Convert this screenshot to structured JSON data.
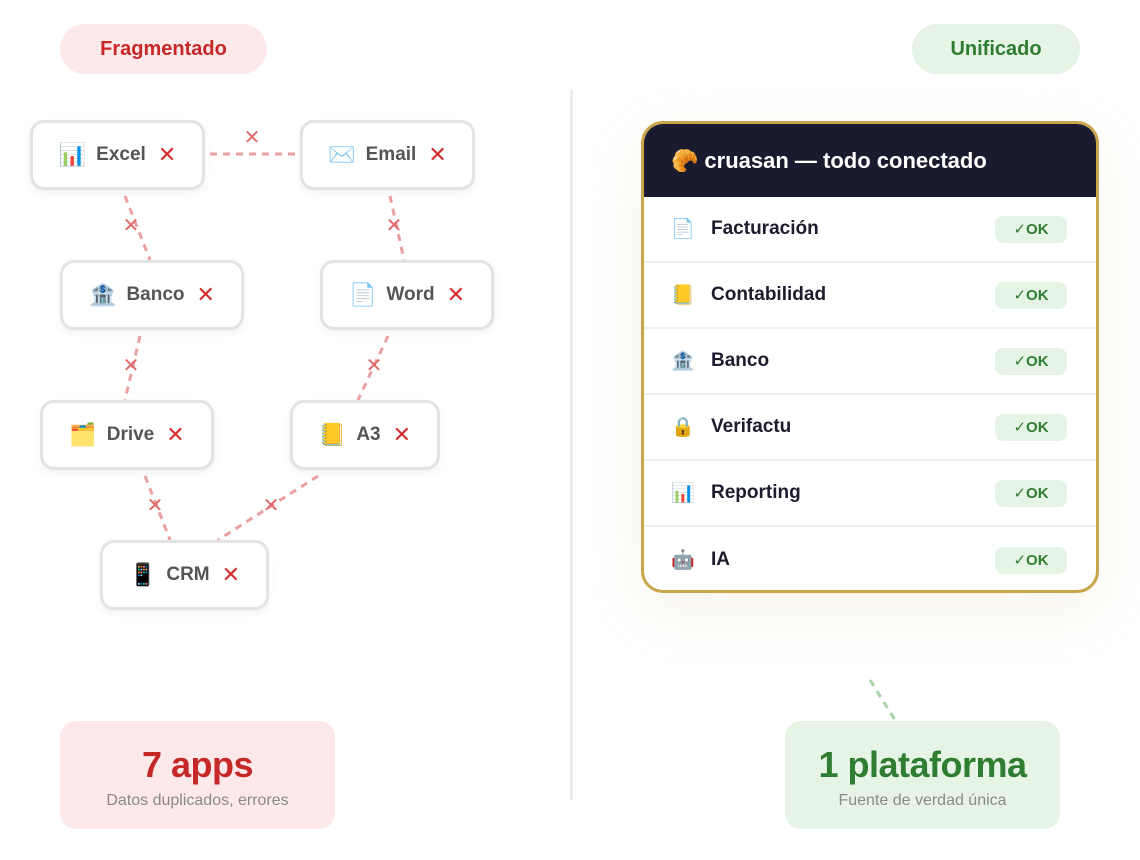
{
  "left": {
    "label": "Fragmentado",
    "apps": [
      {
        "name": "Excel",
        "icon": "📊",
        "status": "✕"
      },
      {
        "name": "Email",
        "icon": "✉️",
        "status": "✕"
      },
      {
        "name": "Banco",
        "icon": "🏦",
        "status": "✕"
      },
      {
        "name": "Word",
        "icon": "📄",
        "status": "✕"
      },
      {
        "name": "Drive",
        "icon": "🗂️",
        "status": "✕"
      },
      {
        "name": "A3",
        "icon": "📒",
        "status": "✕"
      },
      {
        "name": "CRM",
        "icon": "📱",
        "status": "✕"
      }
    ],
    "summary": {
      "title": "7 apps",
      "subtitle": "Datos duplicados, errores"
    }
  },
  "right": {
    "label": "Unificado",
    "card": {
      "icon": "🥐",
      "title": "cruasan — todo conectado",
      "items": [
        {
          "icon": "📄",
          "label": "Facturación",
          "status": "✓OK"
        },
        {
          "icon": "📒",
          "label": "Contabilidad",
          "status": "✓OK"
        },
        {
          "icon": "🏦",
          "label": "Banco",
          "status": "✓OK"
        },
        {
          "icon": "🔒",
          "label": "Verifactu",
          "status": "✓OK"
        },
        {
          "icon": "📊",
          "label": "Reporting",
          "status": "✓OK"
        },
        {
          "icon": "🤖",
          "label": "IA",
          "status": "✓OK"
        }
      ]
    },
    "summary": {
      "title": "1 plataforma",
      "subtitle": "Fuente de verdad única"
    }
  },
  "colors": {
    "broken": "#d32f2f",
    "broken_link": "#eba0a0",
    "ok": "#2e7d32",
    "card_border": "#c9a54c",
    "card_header": "#1b1b2f"
  }
}
